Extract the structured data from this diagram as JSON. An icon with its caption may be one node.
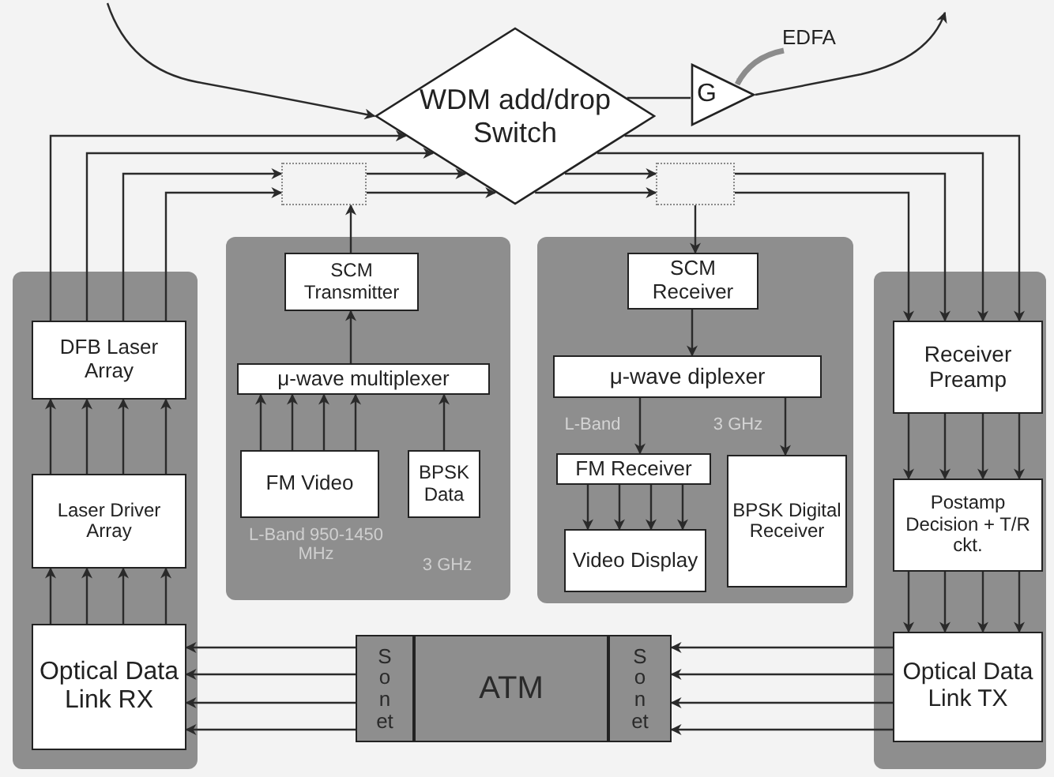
{
  "diagram": {
    "nodes": [
      {
        "text": [
          "WDM add/drop Switch"
        ]
      },
      {
        "text": [
          "G"
        ]
      },
      {
        "text": [
          "EDFA"
        ]
      },
      {
        "text": [],
        "shape": "box"
      },
      {
        "text": [],
        "shape": "box"
      },
      {
        "text": [],
        "shape": "box"
      },
      {
        "text": [
          "DFB Laser Array"
        ],
        "in": 5
      },
      {
        "text": [
          "Laser Driver Array"
        ],
        "in": 5
      },
      {
        "text": [
          "Optical Data Link RX"
        ],
        "in": 5
      },
      {
        "text": [],
        "shape": "box"
      },
      {
        "text": [
          "SCM Transmitter"
        ],
        "in": 9
      },
      {
        "text": [
          "μ-wave multiplexer"
        ],
        "in": 9
      },
      {
        "text": [
          "FM Video"
        ],
        "in": 9,
        "beside": [
          "L-Band 950-1450 MHz"
        ]
      },
      {
        "text": [
          "BPSK Data"
        ],
        "in": 9,
        "beside": [
          "3 GHz"
        ]
      },
      {
        "text": [],
        "shape": "box"
      },
      {
        "text": [
          "SCM Receiver"
        ],
        "in": 14
      },
      {
        "text": [
          "μ-wave diplexer"
        ],
        "in": 14
      },
      {
        "text": [
          "FM Receiver"
        ],
        "in": 14
      },
      {
        "text": [
          "BPSK Digital Receiver"
        ],
        "in": 14
      },
      {
        "text": [
          "Video Display"
        ],
        "in": 14
      },
      {
        "text": [],
        "shape": "box"
      },
      {
        "text": [
          "Receiver Preamp"
        ],
        "in": 20
      },
      {
        "text": [
          "Postamp Decision + T/R ckt."
        ],
        "in": 20
      },
      {
        "text": [
          "Optical Data Link TX"
        ],
        "in": 20
      },
      {
        "text": [
          "Sonet"
        ]
      },
      {
        "text": [
          "ATM"
        ]
      },
      {
        "text": [
          "Sonet"
        ]
      }
    ],
    "edges": [
      {
        "from": null,
        "to": 0,
        "arrow": "to"
      },
      {
        "from": 0,
        "to": 1,
        "arrow": "none"
      },
      {
        "from": 1,
        "to": null,
        "arrow": "to"
      },
      {
        "from": 2,
        "to": 1,
        "arrow": "to",
        "style": "thick",
        "color": "#8c8c8c"
      },
      {
        "from": 6,
        "to": 0,
        "arrow": "to"
      },
      {
        "from": 6,
        "to": 0,
        "arrow": "to"
      },
      {
        "from": 6,
        "to": 3,
        "arrow": "to"
      },
      {
        "from": 6,
        "to": 3,
        "arrow": "to"
      },
      {
        "from": 3,
        "to": 0,
        "arrow": "to"
      },
      {
        "from": 3,
        "to": 0,
        "arrow": "to"
      },
      {
        "from": 10,
        "to": 3,
        "arrow": "to"
      },
      {
        "from": 0,
        "to": 21,
        "arrow": "to"
      },
      {
        "from": 0,
        "to": 21,
        "arrow": "to"
      },
      {
        "from": 0,
        "to": 4,
        "arrow": "to"
      },
      {
        "from": 0,
        "to": 4,
        "arrow": "to"
      },
      {
        "from": 4,
        "to": 21,
        "arrow": "to"
      },
      {
        "from": 4,
        "to": 21,
        "arrow": "to"
      },
      {
        "from": 4,
        "to": 15,
        "arrow": "to"
      },
      {
        "from": 7,
        "to": 6,
        "arrow": "to"
      },
      {
        "from": 7,
        "to": 6,
        "arrow": "to"
      },
      {
        "from": 7,
        "to": 6,
        "arrow": "to"
      },
      {
        "from": 7,
        "to": 6,
        "arrow": "to"
      },
      {
        "from": 8,
        "to": 7,
        "arrow": "to"
      },
      {
        "from": 8,
        "to": 7,
        "arrow": "to"
      },
      {
        "from": 8,
        "to": 7,
        "arrow": "to"
      },
      {
        "from": 8,
        "to": 7,
        "arrow": "to"
      },
      {
        "from": 12,
        "to": 11,
        "arrow": "to"
      },
      {
        "from": 12,
        "to": 11,
        "arrow": "to"
      },
      {
        "from": 12,
        "to": 11,
        "arrow": "to"
      },
      {
        "from": 12,
        "to": 11,
        "arrow": "to"
      },
      {
        "from": 13,
        "to": 11,
        "arrow": "to"
      },
      {
        "from": 11,
        "to": 10,
        "arrow": "to"
      },
      {
        "from": 15,
        "to": 16,
        "arrow": "to"
      },
      {
        "from": 16,
        "to": 17,
        "arrow": "to",
        "label": "L-Band"
      },
      {
        "from": 16,
        "to": 18,
        "arrow": "to",
        "label": "3 GHz"
      },
      {
        "from": 17,
        "to": 19,
        "arrow": "to"
      },
      {
        "from": 17,
        "to": 19,
        "arrow": "to"
      },
      {
        "from": 17,
        "to": 19,
        "arrow": "to"
      },
      {
        "from": 17,
        "to": 19,
        "arrow": "to"
      },
      {
        "from": 21,
        "to": 22,
        "arrow": "to"
      },
      {
        "from": 21,
        "to": 22,
        "arrow": "to"
      },
      {
        "from": 21,
        "to": 22,
        "arrow": "to"
      },
      {
        "from": 21,
        "to": 22,
        "arrow": "to"
      },
      {
        "from": 22,
        "to": 23,
        "arrow": "to"
      },
      {
        "from": 22,
        "to": 23,
        "arrow": "to"
      },
      {
        "from": 22,
        "to": 23,
        "arrow": "to"
      },
      {
        "from": 22,
        "to": 23,
        "arrow": "to"
      },
      {
        "from": 23,
        "to": 26,
        "arrow": "to"
      },
      {
        "from": 23,
        "to": 26,
        "arrow": "to"
      },
      {
        "from": 23,
        "to": 26,
        "arrow": "to"
      },
      {
        "from": 23,
        "to": 26,
        "arrow": "to"
      },
      {
        "from": 24,
        "to": 8,
        "arrow": "to"
      },
      {
        "from": 24,
        "to": 8,
        "arrow": "to"
      },
      {
        "from": 24,
        "to": 8,
        "arrow": "to"
      },
      {
        "from": 24,
        "to": 8,
        "arrow": "to"
      }
    ]
  }
}
